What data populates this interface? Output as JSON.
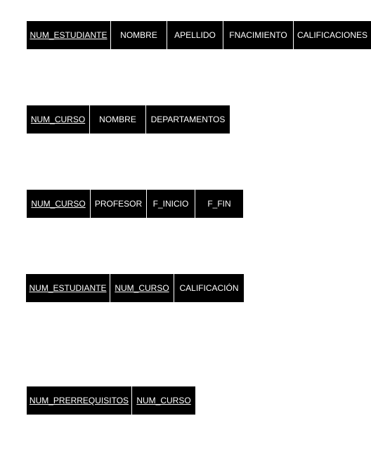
{
  "relations": [
    {
      "attributes": [
        {
          "label": "NUM_ESTUDIANTE",
          "key": true
        },
        {
          "label": "NOMBRE",
          "key": false
        },
        {
          "label": "APELLIDO",
          "key": false
        },
        {
          "label": "FNACIMIENTO",
          "key": false
        },
        {
          "label": "CALIFICACIONES",
          "key": false
        }
      ]
    },
    {
      "attributes": [
        {
          "label": "NUM_CURSO",
          "key": true
        },
        {
          "label": "NOMBRE",
          "key": false
        },
        {
          "label": "DEPARTAMENTOS",
          "key": false
        }
      ]
    },
    {
      "attributes": [
        {
          "label": "NUM_CURSO",
          "key": true
        },
        {
          "label": "PROFESOR",
          "key": false
        },
        {
          "label": "F_INICIO",
          "key": false
        },
        {
          "label": "F_FIN",
          "key": false
        }
      ]
    },
    {
      "attributes": [
        {
          "label": "NUM_ESTUDIANTE",
          "key": true
        },
        {
          "label": "NUM_CURSO",
          "key": true
        },
        {
          "label": "CALIFICACIÓN",
          "key": false
        }
      ]
    },
    {
      "attributes": [
        {
          "label": "NUM_PRERREQUISITOS",
          "key": true
        },
        {
          "label": "NUM_CURSO",
          "key": true
        }
      ]
    }
  ],
  "colors": {
    "cell_background": "#000000",
    "cell_text": "#ffffff",
    "divider": "#ffffff",
    "page_background": "#ffffff"
  }
}
